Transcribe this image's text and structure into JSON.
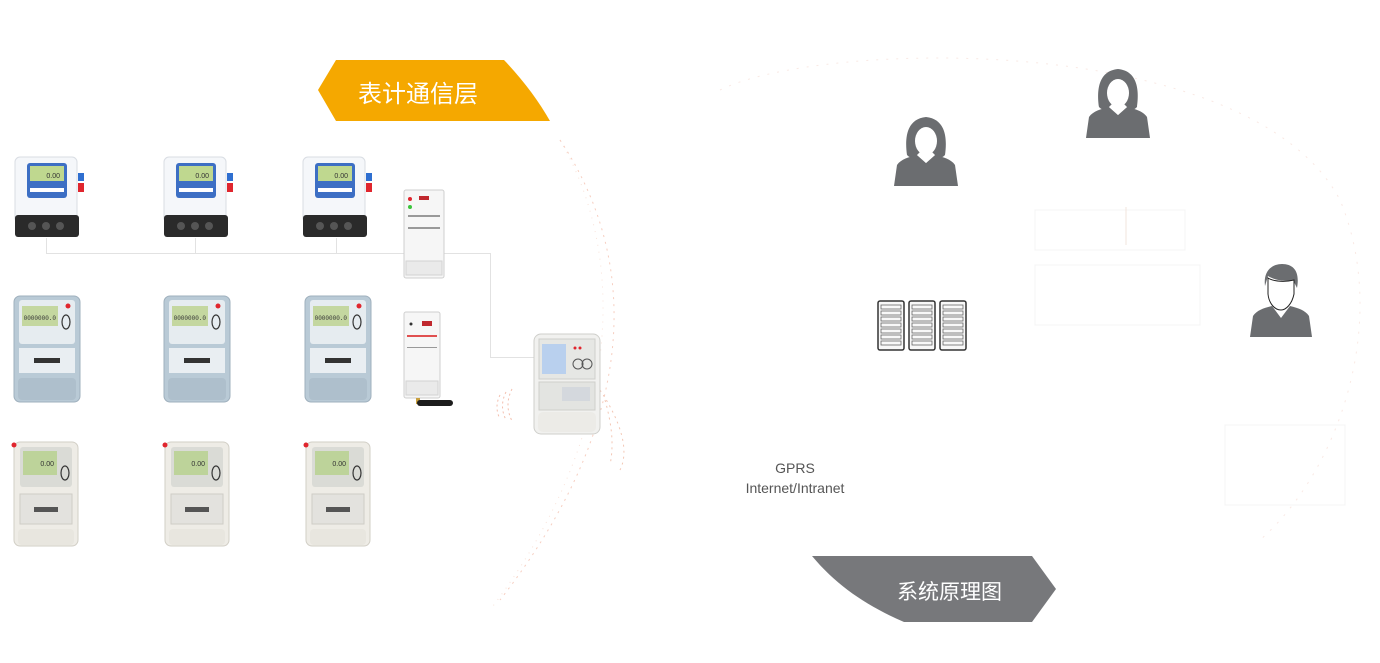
{
  "banners": {
    "meter_layer": "表计通信层",
    "system_diagram": "系统原理图"
  },
  "network": {
    "line1": "GPRS",
    "line2": "Internet/Intranet"
  },
  "colors": {
    "accent_orange": "#f5a800",
    "accent_gray": "#77787b",
    "icon_gray": "#6b6d70"
  },
  "meters": {
    "single_phase_display": "0.00",
    "three_phase_display": "0000000.0",
    "smart_display": "0.00"
  },
  "icons": [
    "female-user-icon",
    "female-user-icon",
    "male-user-icon",
    "server-rack-icon"
  ]
}
